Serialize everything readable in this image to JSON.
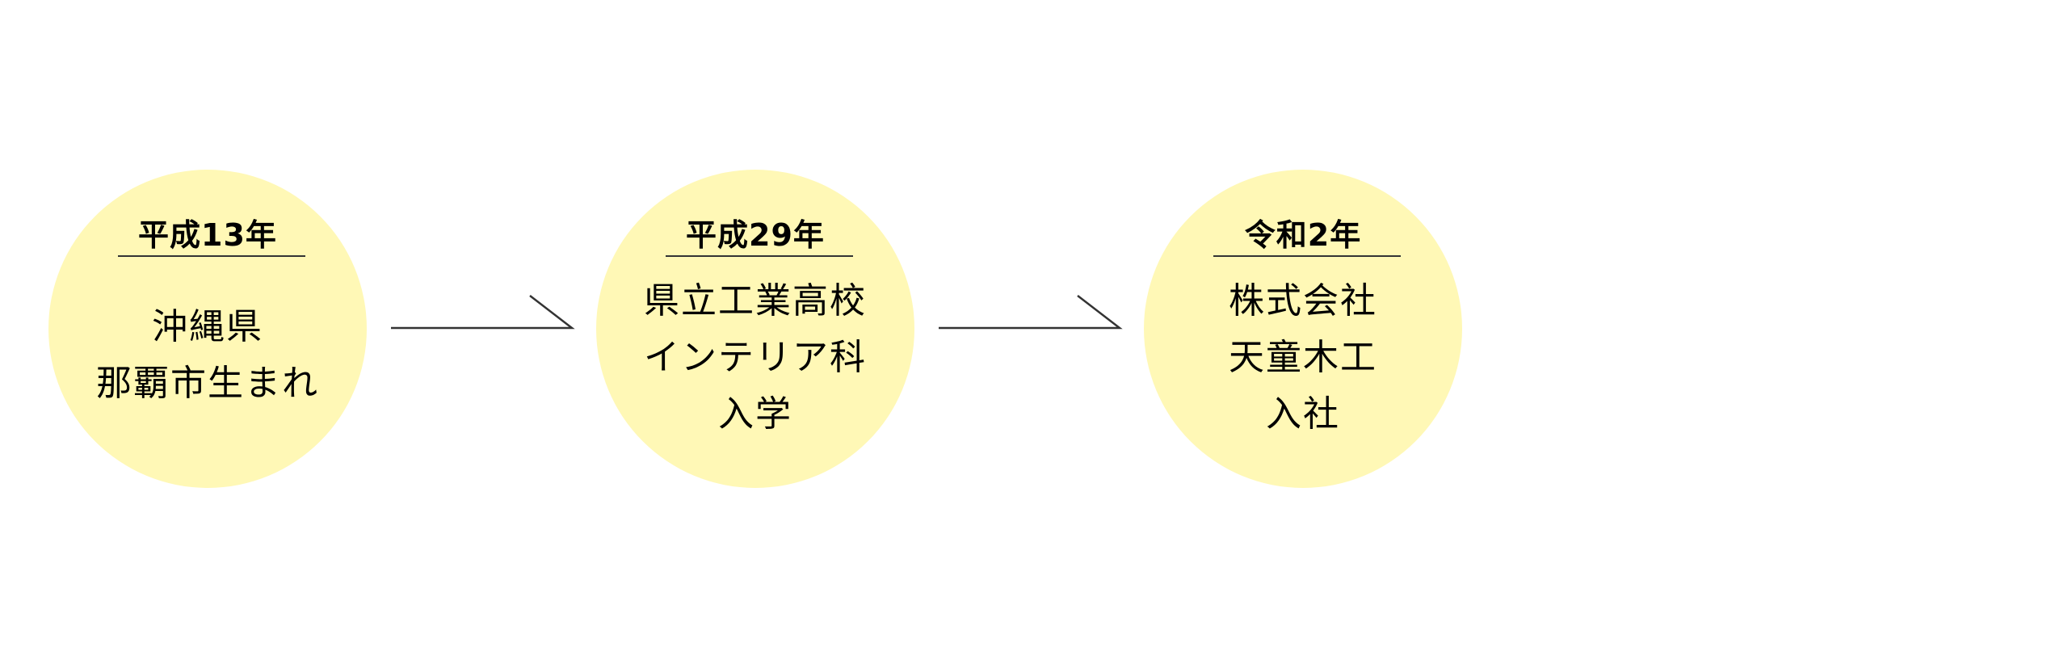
{
  "colors": {
    "circle_fill": "#fff8b6",
    "text": "#000000",
    "line": "#333333"
  },
  "steps": [
    {
      "year": "平成13年",
      "lines": [
        "沖縄県",
        "那覇市生まれ"
      ]
    },
    {
      "year": "平成29年",
      "lines": [
        "県立工業高校",
        "インテリア科",
        "入学"
      ]
    },
    {
      "year": "令和2年",
      "lines": [
        "株式会社",
        "天童木工",
        "入社"
      ]
    }
  ]
}
